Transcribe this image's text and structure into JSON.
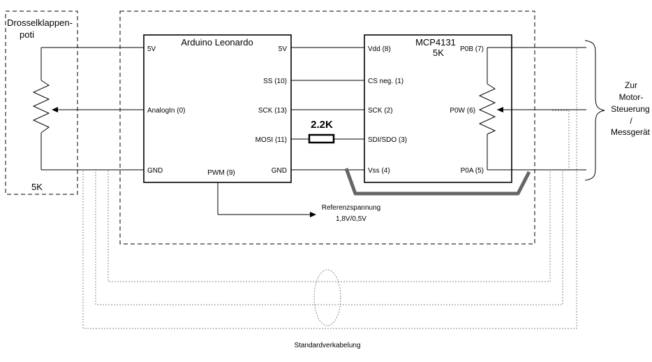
{
  "poti": {
    "title_line1": "Drosselklappen-",
    "title_line2": "poti",
    "value": "5K"
  },
  "arduino": {
    "title": "Arduino Leonardo",
    "pins_left": [
      "5V",
      "AnalogIn (0)",
      "GND"
    ],
    "pins_right": [
      "5V",
      "SS (10)",
      "SCK (13)",
      "MOSI (11)",
      "GND"
    ],
    "pin_bottom": "PWM (9)"
  },
  "mcp": {
    "title": "MCP4131",
    "subtitle": "5K",
    "pins_left": [
      "Vdd (8)",
      "CS neg. (1)",
      "SCK (2)",
      "SDI/SDO (3)",
      "Vss (4)"
    ],
    "pins_right": [
      "P0B (7)",
      "P0W (6)",
      "P0A (5)"
    ]
  },
  "resistor": {
    "label": "2.2K"
  },
  "reference": {
    "line1": "Referenzspannung",
    "line2": "1,8V/0,5V"
  },
  "output": {
    "lines": [
      "Zur",
      "Motor-",
      "Steuerung",
      "/",
      "Messgerät"
    ]
  },
  "footer": {
    "label": "Standardverkabelung"
  }
}
